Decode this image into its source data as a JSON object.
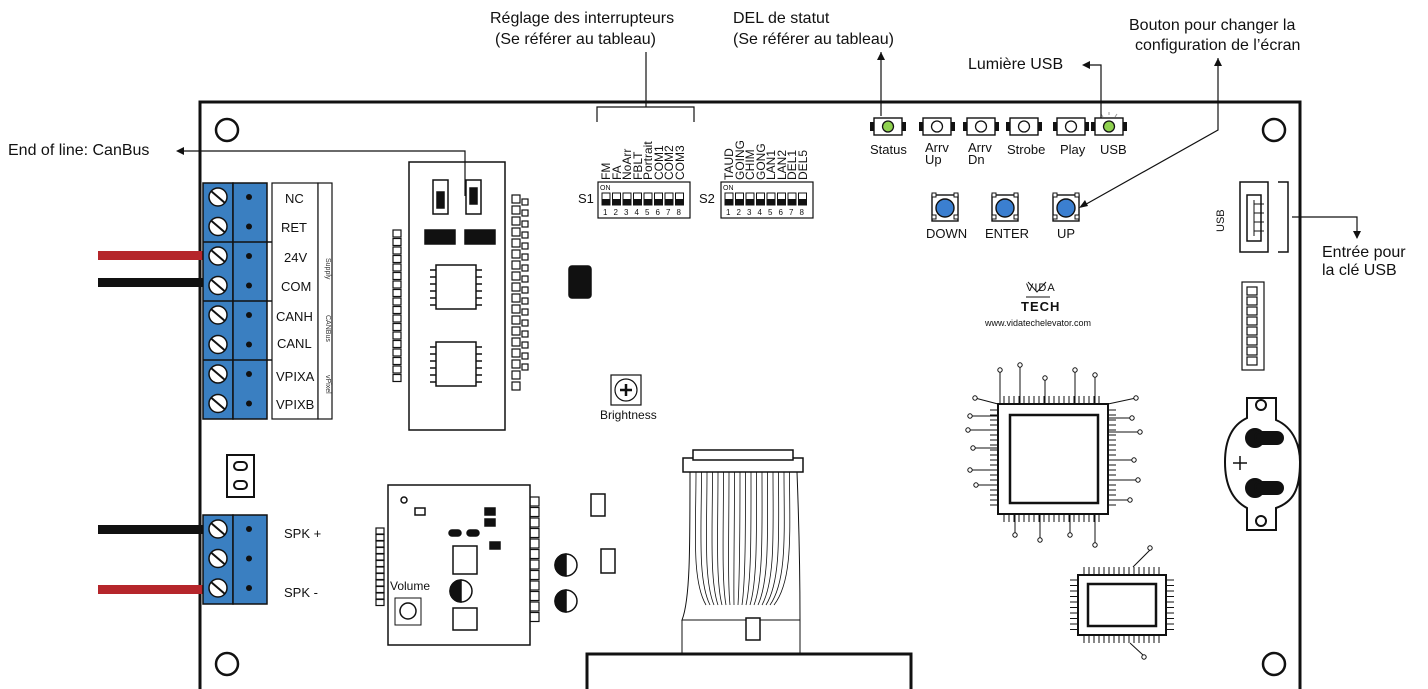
{
  "callouts": {
    "switch_setting_line1": "Réglage des interrupteurs",
    "switch_setting_line2": "(Se référer au tableau)",
    "status_led_line1": "DEL de statut",
    "status_led_line2": "(Se référer au tableau)",
    "button_screen_line1": "Bouton pour changer la",
    "button_screen_line2": "configuration de l’écran",
    "usb_light": "Lumière USB",
    "end_of_line": "End of line: CanBus",
    "usb_input_line1": "Entrée pour",
    "usb_input_line2": "la clé USB"
  },
  "terminals": {
    "labels": [
      "NC",
      "RET",
      "24V",
      "COM",
      "CANH",
      "CANL",
      "VPIXA",
      "VPIXB"
    ],
    "groups": [
      "Supply",
      "CANBus",
      "vPixel"
    ]
  },
  "speaker": {
    "plus": "SPK +",
    "minus": "SPK -"
  },
  "switches": {
    "s1_name": "S1",
    "s2_name": "S2",
    "on_label": "ON",
    "numbers": [
      "1",
      "2",
      "3",
      "4",
      "5",
      "6",
      "7",
      "8"
    ],
    "s1_labels": [
      "FM",
      "FA",
      "NoArr",
      "FBLT",
      "Portrait",
      "COM1",
      "COM2",
      "COM3"
    ],
    "s2_labels": [
      "TAUD",
      "GOING",
      "CHIM",
      "GONG",
      "LAN1",
      "LAN2",
      "DEL1",
      "DEL5"
    ]
  },
  "leds": [
    {
      "label": "Status",
      "lit": true
    },
    {
      "label": "Arrv Up",
      "lit": false
    },
    {
      "label": "Arrv Dn",
      "lit": false
    },
    {
      "label": "Strobe",
      "lit": false
    },
    {
      "label": "Play",
      "lit": false
    },
    {
      "label": "USB",
      "lit": true
    }
  ],
  "led_labels": {
    "status": "Status",
    "arrv_up_1": "Arrv",
    "arrv_up_2": "Up",
    "arrv_dn_1": "Arrv",
    "arrv_dn_2": "Dn",
    "strobe": "Strobe",
    "play": "Play",
    "usb": "USB"
  },
  "buttons": {
    "down": "DOWN",
    "enter": "ENTER",
    "up": "UP"
  },
  "brand": {
    "line1": "VIDA",
    "line2": "TECH",
    "url": "www.vidatechelevator.com"
  },
  "usb_port_label": "USB",
  "brightness": "Brightness",
  "volume": "Volume",
  "colors": {
    "terminal_blue": "#3a7fc1",
    "button_blue": "#3b7fd0",
    "led_green": "#8fd14f",
    "wire_red": "#b5262b",
    "wire_black": "#111111"
  }
}
